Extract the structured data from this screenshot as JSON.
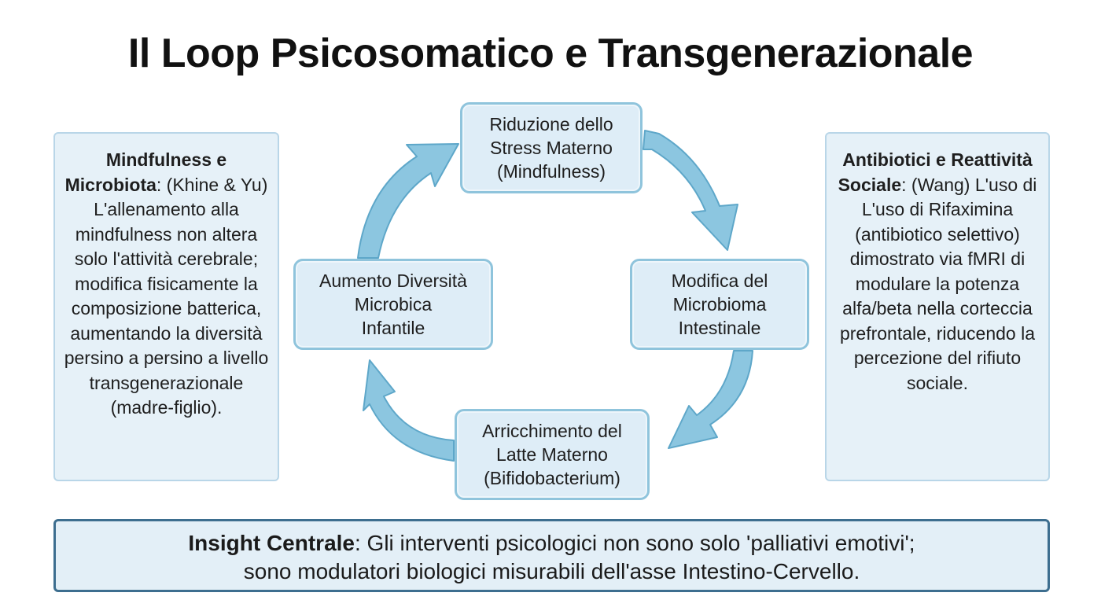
{
  "title": "Il Loop Psicosomatico e Transgenerazionale",
  "left_panel": {
    "heading": "Mindfulness e Microbiota",
    "body": ": (Khine & Yu) L'allenamento alla mindfulness non altera solo l'attività cerebrale; modifica fisicamente la composizione batterica, aumentando la diversità persino a persino a livello transgenerazionale (madre-figlio)."
  },
  "right_panel": {
    "heading": "Antibiotici e Reattività Sociale",
    "body": ": (Wang) L'uso di L'uso di Rifaximina (antibiotico selettivo) dimostrato via fMRI di modulare la potenza alfa/beta nella corteccia prefrontale, riducendo la percezione del rifiuto sociale."
  },
  "cycle": {
    "top": [
      "Riduzione dello",
      "Stress Materno",
      "(Mindfulness)"
    ],
    "right": [
      "Modifica del",
      "Microbioma",
      "Intestinale"
    ],
    "bottom": [
      "Arricchimento del",
      "Latte Materno",
      "(Bifidobacterium)"
    ],
    "left": [
      "Aumento Diversità",
      "Microbica",
      "Infantile"
    ]
  },
  "insight": {
    "label": "Insight Centrale",
    "line1": ": Gli interventi psicologici non sono solo 'palliativi emotivi';",
    "line2": "sono modulatori biologici misurabili dell'asse Intestino-Cervello."
  },
  "colors": {
    "arrow_fill": "#8cc6e0",
    "arrow_stroke": "#5ea7c9",
    "node_fill": "#deedf7",
    "node_border": "#8fc4dc",
    "panel_fill": "#e6f1f8",
    "insight_border": "#3d6e8f"
  }
}
